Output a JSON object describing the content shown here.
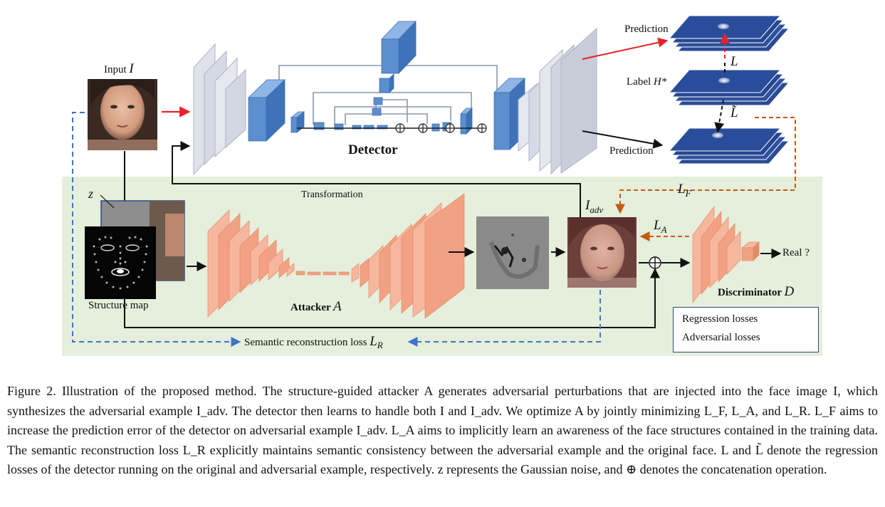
{
  "figure": {
    "labels": {
      "input": "Input",
      "input_var": "I",
      "detector": "Detector",
      "prediction_top": "Prediction",
      "label_h": "Label",
      "label_h_var": "H*",
      "prediction_bottom": "Prediction",
      "loss_l": "L",
      "loss_ltilde": "L̃",
      "loss_lf": "L",
      "loss_lf_sub": "F",
      "loss_la": "L",
      "loss_la_sub": "A",
      "iadv": "I",
      "iadv_sub": "adv",
      "transformation": "Transformation",
      "z": "z",
      "structure_map": "Structure map",
      "attacker": "Attacker",
      "attacker_var": "A",
      "discriminator": "Discriminator",
      "discriminator_var": "D",
      "real": "Real ?",
      "semantic_loss": "Semantic reconstruction loss",
      "semantic_loss_var": "L",
      "semantic_loss_sub": "R",
      "concat_symbol": "⊕"
    },
    "legend": {
      "regression": "Regression losses",
      "adversarial": "Adversarial losses"
    },
    "colors": {
      "detector_blue": "#5b8fd0",
      "detector_gray": "#d7dbe6",
      "attacker_salmon": "#f2a184",
      "stack_navy": "#24448f",
      "panel_green": "#e5efdb",
      "regression_red": "#e8202a",
      "adversarial_orange": "#c55a11",
      "semantic_blue": "#3f74c8"
    }
  },
  "caption": {
    "text": "Figure 2. Illustration of the proposed method. The structure-guided attacker A generates adversarial perturbations that are injected into the face image I, which synthesizes the adversarial example I_adv. The detector then learns to handle both I and I_adv. We optimize A by jointly minimizing L_F, L_A, and L_R. L_F aims to increase the prediction error of the detector on adversarial example I_adv. L_A aims to implicitly learn an awareness of the face structures contained in the training data. The semantic reconstruction loss L_R explicitly maintains semantic consistency between the adversarial example and the original face. L and L̃ denote the regression losses of the detector running on the original and adversarial example, respectively. z represents the Gaussian noise, and ⊕ denotes the concatenation operation."
  }
}
